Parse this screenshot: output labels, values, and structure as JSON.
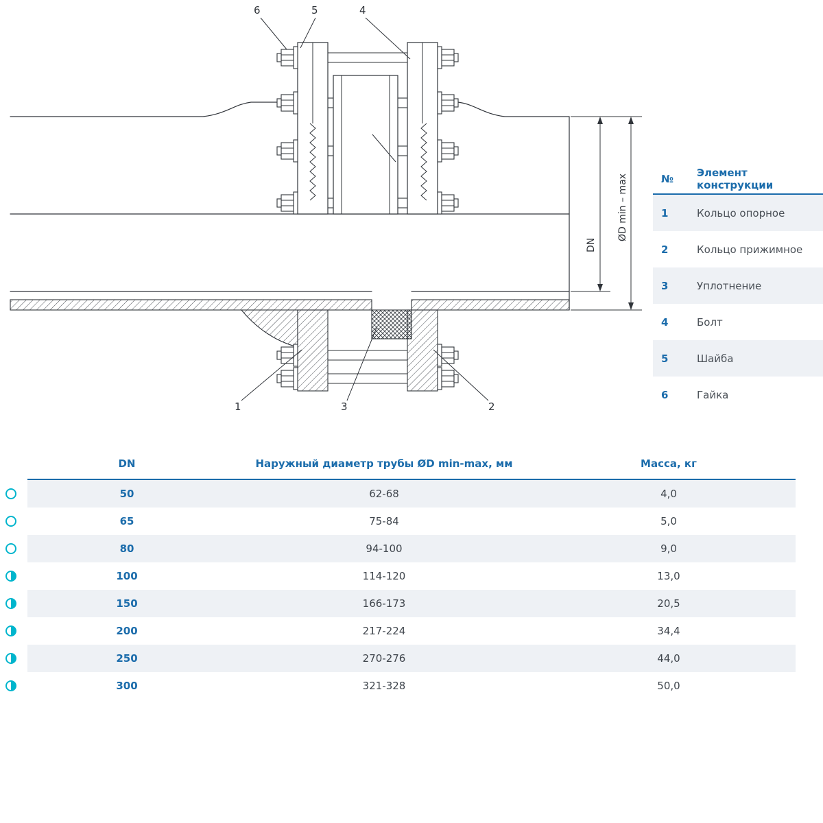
{
  "colors": {
    "accent_blue": "#1b6cab",
    "cyan": "#00b5cd",
    "row_shade": "#eef1f5",
    "text_dark": "#3f454c",
    "line_ink": "#30343a"
  },
  "drawing": {
    "callouts": {
      "n1": "1",
      "n2": "2",
      "n3": "3",
      "n4": "4",
      "n5": "5",
      "n6": "6"
    },
    "dimensions": {
      "dn": "DN",
      "od": "ØD min – max"
    }
  },
  "legend": {
    "headers": {
      "num": "№",
      "element": "Элемент конструкции"
    },
    "items": [
      {
        "num": "1",
        "name": "Кольцо опорное"
      },
      {
        "num": "2",
        "name": "Кольцо прижимное"
      },
      {
        "num": "3",
        "name": "Уплотнение"
      },
      {
        "num": "4",
        "name": "Болт"
      },
      {
        "num": "5",
        "name": "Шайба"
      },
      {
        "num": "6",
        "name": "Гайка"
      }
    ]
  },
  "spec_table": {
    "headers": {
      "dn": "DN",
      "od": "Наружный диаметр трубы ØD min-max, мм",
      "mass": "Масса, кг"
    },
    "rows": [
      {
        "dn": "50",
        "od": "62-68",
        "mass": "4,0",
        "marker": "open"
      },
      {
        "dn": "65",
        "od": "75-84",
        "mass": "5,0",
        "marker": "open"
      },
      {
        "dn": "80",
        "od": "94-100",
        "mass": "9,0",
        "marker": "open"
      },
      {
        "dn": "100",
        "od": "114-120",
        "mass": "13,0",
        "marker": "half"
      },
      {
        "dn": "150",
        "od": "166-173",
        "mass": "20,5",
        "marker": "half"
      },
      {
        "dn": "200",
        "od": "217-224",
        "mass": "34,4",
        "marker": "half"
      },
      {
        "dn": "250",
        "od": "270-276",
        "mass": "44,0",
        "marker": "half"
      },
      {
        "dn": "300",
        "od": "321-328",
        "mass": "50,0",
        "marker": "half"
      }
    ]
  }
}
